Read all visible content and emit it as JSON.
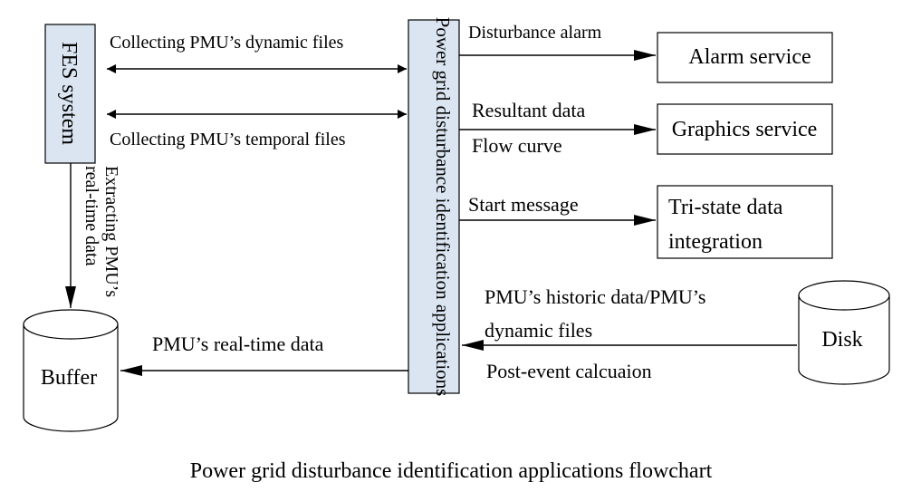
{
  "diagram": {
    "caption": "Power grid disturbance identification applications flowchart",
    "nodes": {
      "fes": "FES system",
      "core": "Power grid disturbance identification applications",
      "alarm": "Alarm service",
      "graphics": "Graphics service",
      "tristate_line1": "Tri-state data",
      "tristate_line2": "integration",
      "buffer": "Buffer",
      "disk": "Disk"
    },
    "edges": {
      "dynamic_files": "Collecting PMU’s dynamic files",
      "temporal_files": "Collecting PMU’s temporal files",
      "extracting_line1": "Extracting PMU’s",
      "extracting_line2": "real-time data",
      "disturbance_alarm": "Disturbance alarm",
      "resultant_data": "Resultant data",
      "flow_curve": "Flow curve",
      "start_message": "Start message",
      "historic_line1": "PMU’s historic data/PMU’s",
      "historic_line2": "dynamic files",
      "post_event": "Post-event calcuaion",
      "realtime_data": "PMU’s real-time data"
    },
    "colors": {
      "fes_fill": "#dbe5f1",
      "core_fill": "#dbe5f1",
      "stroke": "#000000"
    }
  }
}
